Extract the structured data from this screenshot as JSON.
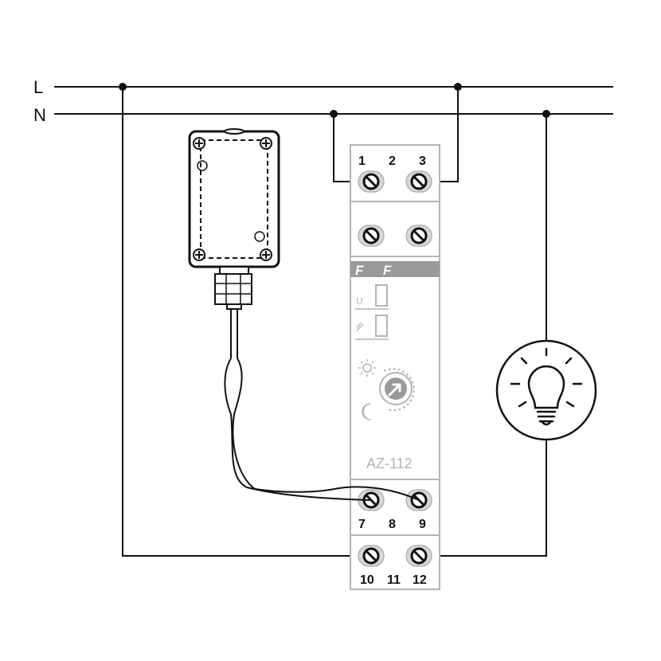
{
  "lines": {
    "phase_label": "L",
    "neutral_label": "N"
  },
  "relay": {
    "model": "AZ-112",
    "brand": "F&F",
    "top_terminals": [
      "1",
      "2",
      "3"
    ],
    "mid_terminals": [
      "7",
      "8",
      "9"
    ],
    "bottom_terminals": [
      "10",
      "11",
      "12"
    ],
    "indicator_u_label": "U"
  },
  "colors": {
    "wire": "#111111",
    "relay_outline": "#b4b4b4",
    "brand_band": "#9a9a9a"
  },
  "icons": [
    "terminal-screw-icon",
    "sun-icon",
    "moon-icon",
    "knob-icon",
    "bulb-icon",
    "photo-sensor-icon"
  ]
}
